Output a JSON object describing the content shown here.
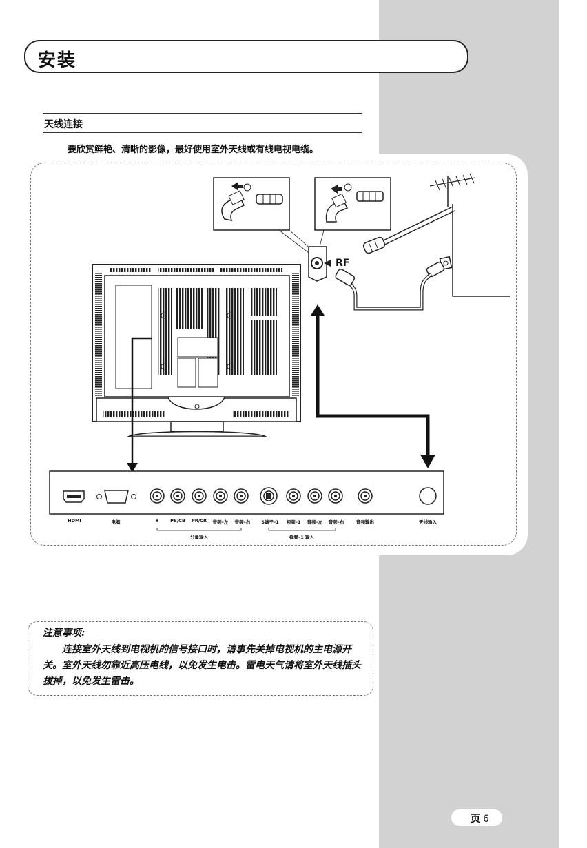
{
  "header": {
    "title": "安装"
  },
  "section": {
    "title": "天线连接",
    "intro": "要欣赏鲜艳、清晰的影像，最好使用室外天线或有线电视电缆。"
  },
  "diagram": {
    "rf_label": "RF",
    "ports": {
      "hdmi": "HDMI",
      "pc": "电脑",
      "y": "Y",
      "pbcb": "PB/CB",
      "prcr": "PR/CR",
      "comp_audio_l": "音频–左",
      "comp_audio_r": "音频–右",
      "svideo": "S端子–1",
      "video1": "视频–1",
      "av_audio_l": "音频–左",
      "av_audio_r": "音频–右",
      "audio_out": "音频输出",
      "antenna_in": "天线输入"
    },
    "groups": {
      "component": "分量输入",
      "av1": "视频–1 输入"
    }
  },
  "note": {
    "title": "注意事项:",
    "body": "连接室外天线到电视机的信号接口时，请事先关掉电视机的主电源开关。室外天线勿靠近高压电线，以免发生电击。雷电天气请将室外天线插头拔掉，以免发生雷击。"
  },
  "footer": {
    "page_label": "页",
    "page_number": "6"
  }
}
